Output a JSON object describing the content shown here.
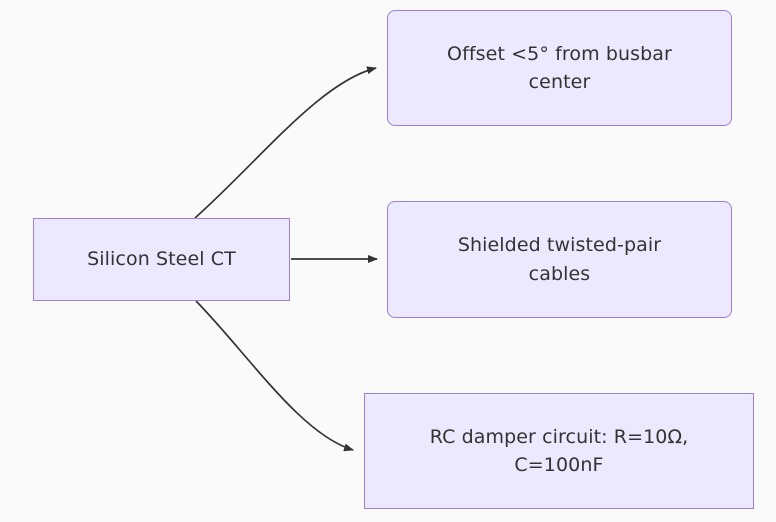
{
  "diagram": {
    "type": "flowchart",
    "direction": "left-to-right",
    "background_color": "#fafafa",
    "node_fill_color": "#ece8fd",
    "node_border_color": "#9f7fd8",
    "node_text_color": "#333333",
    "edge_color": "#333333",
    "nodes": [
      {
        "id": "source",
        "label": "Silicon Steel CT",
        "shape": "rectangle",
        "corners": "square"
      },
      {
        "id": "offset",
        "label": "Offset <5° from busbar\ncenter",
        "shape": "rectangle",
        "corners": "rounded"
      },
      {
        "id": "cables",
        "label": "Shielded twisted-pair\ncables",
        "shape": "rectangle",
        "corners": "rounded"
      },
      {
        "id": "damper",
        "label": "RC damper circuit: R=10Ω,\nC=100nF",
        "shape": "rectangle",
        "corners": "square"
      }
    ],
    "edges": [
      {
        "id": "edge-source-offset",
        "from": "source",
        "to": "offset",
        "label": "",
        "style": "curved",
        "arrow": "filled-triangle"
      },
      {
        "id": "edge-source-cables",
        "from": "source",
        "to": "cables",
        "label": "",
        "style": "straight",
        "arrow": "filled-triangle"
      },
      {
        "id": "edge-source-damper",
        "from": "source",
        "to": "damper",
        "label": "",
        "style": "curved",
        "arrow": "filled-triangle"
      }
    ]
  }
}
